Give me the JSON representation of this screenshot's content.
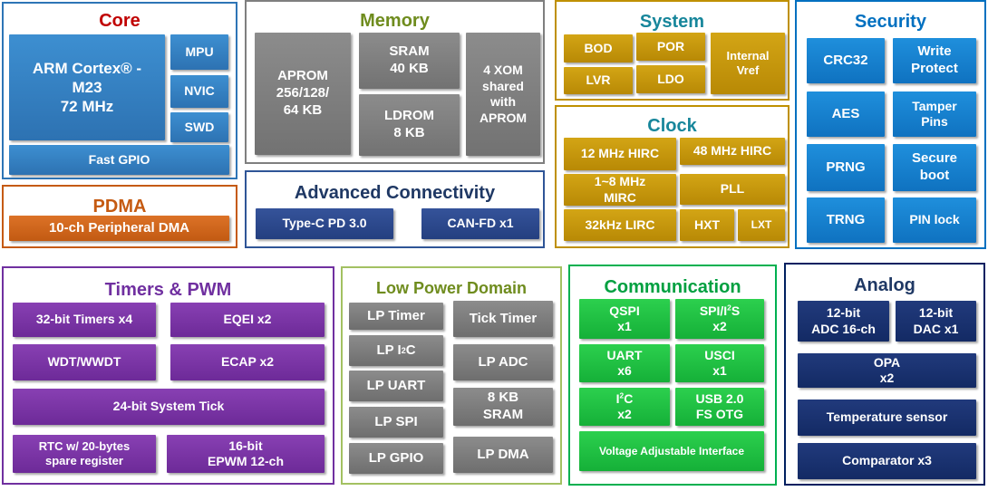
{
  "colors": {
    "core": "#2e75b6",
    "memory": "#7f7f7f",
    "system": "#bf9000",
    "security": "#0070c0",
    "pdma": "#c55a11",
    "connectivity": "#2f5597",
    "timers": "#7030a0",
    "low_power": "#7f7f7f",
    "communication": "#00b050",
    "analog": "#002060"
  },
  "core": {
    "title": "Core",
    "cpu": "ARM Cortex® -\nM23\n72 MHz",
    "mpu": "MPU",
    "nvic": "NVIC",
    "swd": "SWD",
    "fast_gpio": "Fast GPIO"
  },
  "pdma": {
    "title": "PDMA",
    "block": "10-ch Peripheral DMA"
  },
  "memory": {
    "title": "Memory",
    "aprom": "APROM\n256/128/\n64 KB",
    "sram": "SRAM\n40 KB",
    "ldrom": "LDROM\n8 KB",
    "xom": "4 XOM\nshared\nwith\nAPROM"
  },
  "connectivity": {
    "title": "Advanced Connectivity",
    "type_c": "Type-C PD 3.0",
    "can_fd": "CAN-FD x1"
  },
  "system": {
    "title": "System",
    "bod": "BOD",
    "por": "POR",
    "lvr": "LVR",
    "ldo": "LDO",
    "vref": "Internal\nVref"
  },
  "clock": {
    "title": "Clock",
    "hirc12": "12 MHz HIRC",
    "hirc48": "48 MHz HIRC",
    "mirc": "1~8 MHz\nMIRC",
    "pll": "PLL",
    "lirc": "32kHz LIRC",
    "hxt": "HXT",
    "lxt": "LXT"
  },
  "security": {
    "title": "Security",
    "crc32": "CRC32",
    "write_protect": "Write\nProtect",
    "aes": "AES",
    "tamper": "Tamper\nPins",
    "prng": "PRNG",
    "secure_boot": "Secure\nboot",
    "trng": "TRNG",
    "pin_lock": "PIN lock"
  },
  "timers": {
    "title": "Timers & PWM",
    "timers32": "32-bit Timers x4",
    "eqei": "EQEI x2",
    "wdt": "WDT/WWDT",
    "ecap": "ECAP x2",
    "systick": "24-bit System Tick",
    "rtc": "RTC w/ 20-bytes\nspare register",
    "epwm": "16-bit\nEPWM 12-ch"
  },
  "low_power": {
    "title": "Low Power Domain",
    "lp_timer": "LP Timer",
    "tick_timer": "Tick Timer",
    "lp_i2c_pre": "LP I",
    "lp_i2c_sup": "2",
    "lp_i2c_post": "C",
    "lp_adc": "LP ADC",
    "lp_uart": "LP UART",
    "sram": "8 KB\nSRAM",
    "lp_spi": "LP SPI",
    "lp_gpio": "LP GPIO",
    "lp_dma": "LP DMA"
  },
  "communication": {
    "title": "Communication",
    "qspi": "QSPI\nx1",
    "spi_i2s_pre": "SPI/I",
    "spi_i2s_sup": "2",
    "spi_i2s_post": "S",
    "spi_i2s_count": "x2",
    "uart": "UART\nx6",
    "usci": "USCI\nx1",
    "i2c_pre": "I",
    "i2c_sup": "2",
    "i2c_post": "C",
    "i2c_count": "x2",
    "usb": "USB 2.0\nFS OTG",
    "vai": "Voltage Adjustable Interface"
  },
  "analog": {
    "title": "Analog",
    "adc": "12-bit\nADC 16-ch",
    "dac": "12-bit\nDAC x1",
    "opa": "OPA\nx2",
    "temp": "Temperature sensor",
    "comp": "Comparator x3"
  }
}
